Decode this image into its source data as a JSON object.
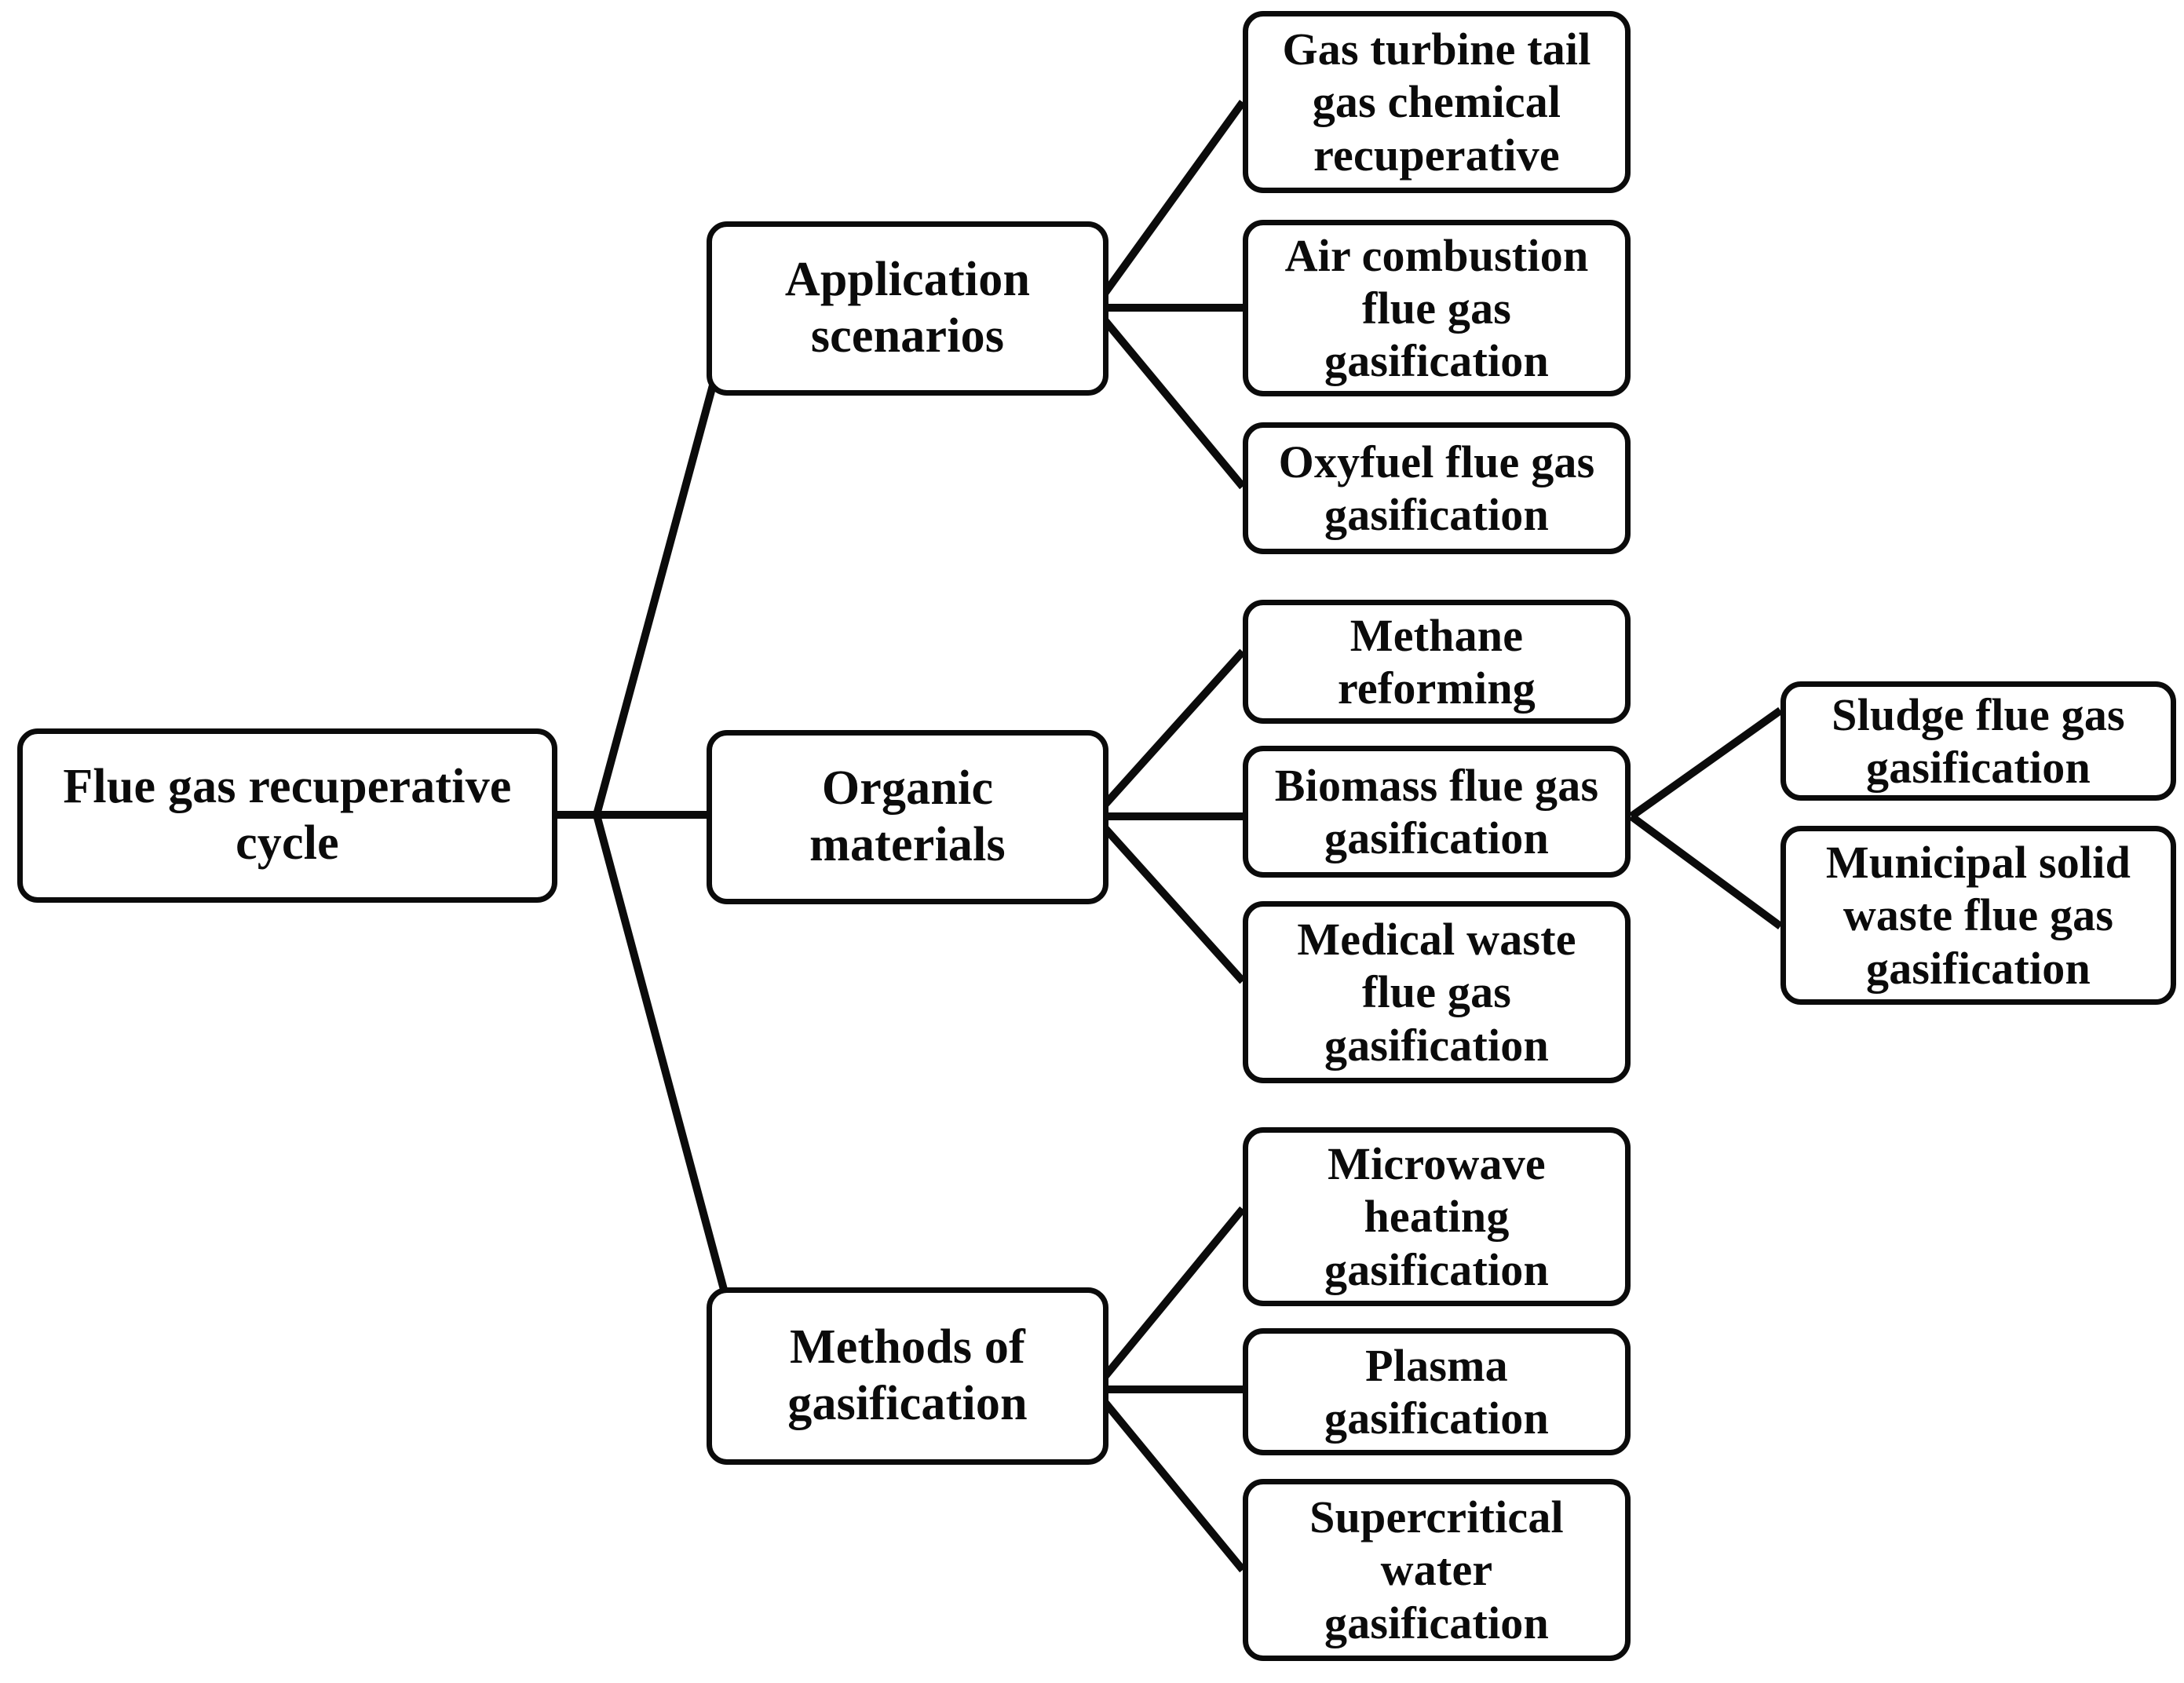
{
  "diagram": {
    "type": "tree",
    "orientation": "left-to-right",
    "root": {
      "id": "root",
      "label": "Flue gas recuperative\ncycle"
    },
    "branches": [
      {
        "id": "application-scenarios",
        "label": "Application\nscenarios",
        "children": [
          {
            "id": "gas-turbine-tail-gas-chemical-recuperative",
            "label": "Gas turbine tail\ngas chemical\nrecuperative"
          },
          {
            "id": "air-combustion-flue-gas-gasification",
            "label": "Air combustion\nflue gas\ngasification"
          },
          {
            "id": "oxyfuel-flue-gas-gasification",
            "label": "Oxyfuel flue gas\ngasification"
          }
        ]
      },
      {
        "id": "organic-materials",
        "label": "Organic\nmaterials",
        "children": [
          {
            "id": "methane-reforming",
            "label": "Methane\nreforming",
            "children": []
          },
          {
            "id": "biomass-flue-gas-gasification",
            "label": "Biomass flue gas\ngasification",
            "children": [
              {
                "id": "sludge-flue-gas-gasification",
                "label": "Sludge flue gas\ngasification"
              },
              {
                "id": "municipal-solid-waste-flue-gas-gasification",
                "label": "Municipal solid\nwaste flue gas\ngasification"
              }
            ]
          },
          {
            "id": "medical-waste-flue-gas-gasification",
            "label": "Medical waste\nflue gas\ngasification",
            "children": []
          }
        ]
      },
      {
        "id": "methods-of-gasification",
        "label": "Methods of\ngasification",
        "children": [
          {
            "id": "microwave-heating-gasification",
            "label": "Microwave\nheating\ngasification"
          },
          {
            "id": "plasma-gasification",
            "label": "Plasma\ngasification"
          },
          {
            "id": "supercritical-water-gasification",
            "label": "Supercritical\nwater\ngasification"
          }
        ]
      }
    ],
    "style": {
      "line_color": "#0b0b0b",
      "box_border_color": "#0b0b0b",
      "box_fill_color": "#ffffff",
      "text_color": "#0b0b0b",
      "background_color": "#ffffff"
    }
  }
}
